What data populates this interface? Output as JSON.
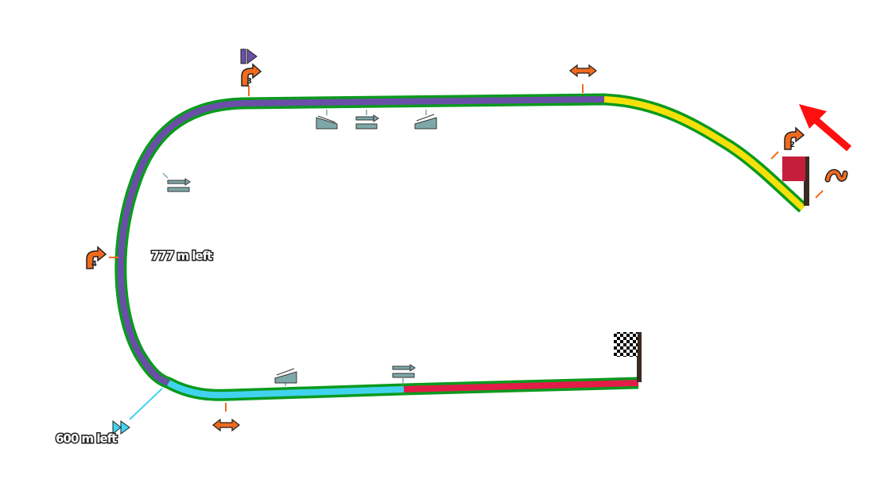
{
  "labels": {
    "distance_1": "777 m left",
    "distance_2": "600 m left"
  },
  "turns": [
    {
      "number": "2"
    },
    {
      "number": "3"
    },
    {
      "number": "4"
    }
  ],
  "colors": {
    "outline": "#0a9a1e",
    "section_1": "#f5e00a",
    "section_2": "#6a4fa8",
    "section_3": "#41d3ee",
    "section_4": "#e11d48",
    "marker": "#f26b1d",
    "direction_arrow": "#ff1010",
    "flag": "#c41e3a"
  },
  "icons": [
    "direction-arrow-icon",
    "start-flag-icon",
    "finish-flag-icon",
    "turn-icon",
    "double-arrow-icon",
    "tilde-icon",
    "slope-icon",
    "flat-icon",
    "start-marker-icon",
    "fast-forward-icon"
  ]
}
